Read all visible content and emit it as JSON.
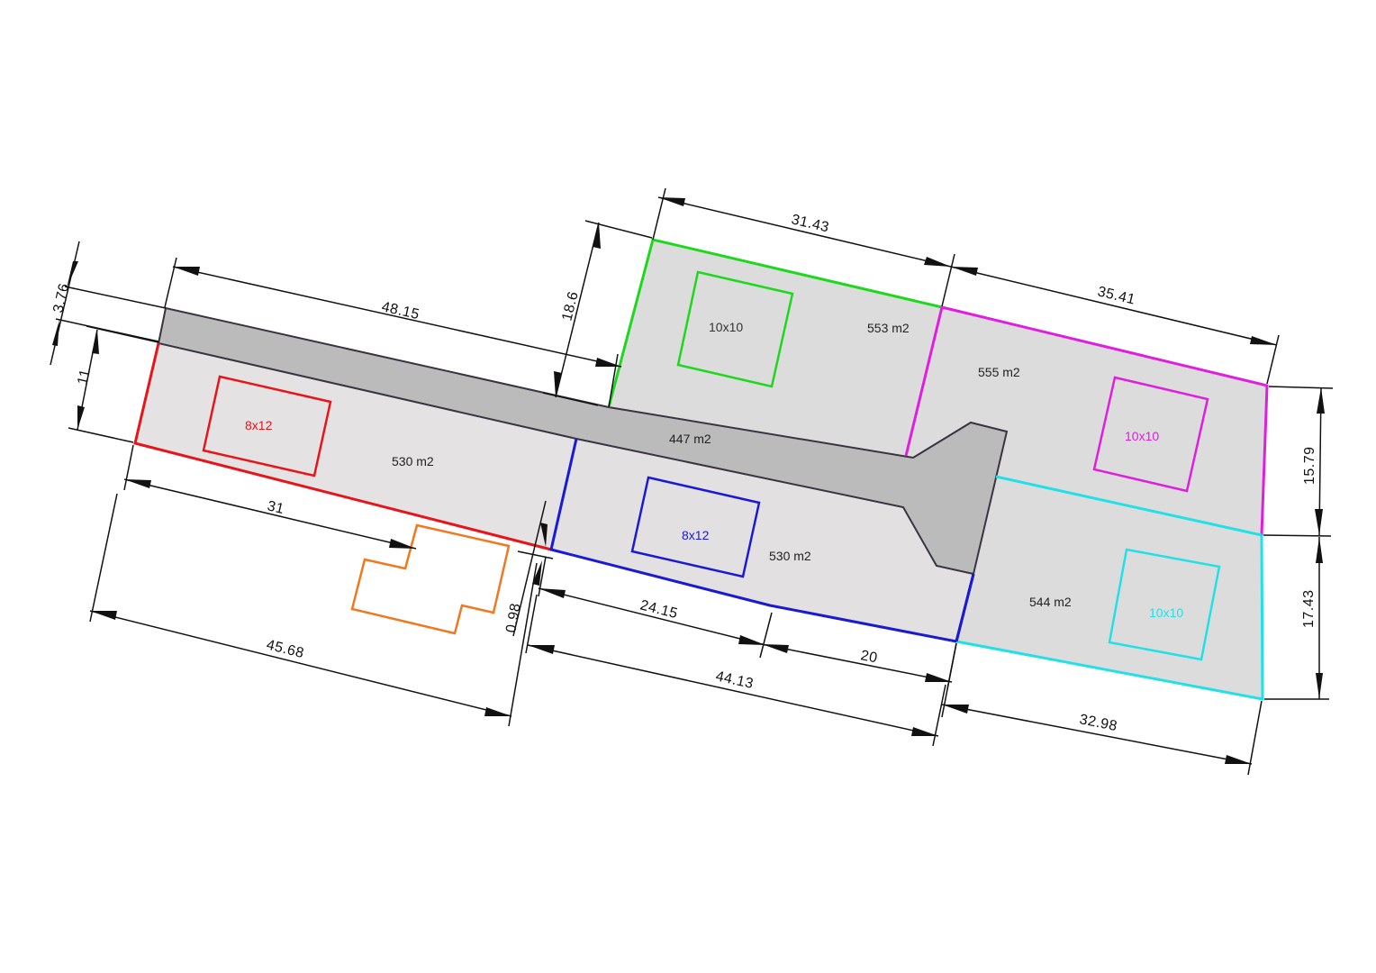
{
  "colors": {
    "road_fill": "#bbbbbb",
    "parcel_fill": "#dcdcdc",
    "parcel_fill_light": "#e4e2e2",
    "road_edge": "#3a3340",
    "red": "#e8141a",
    "blue": "#1a1ad6",
    "green": "#1ed81e",
    "magenta": "#e01ee0",
    "cyan": "#22e0e8",
    "orange": "#f07820"
  },
  "parcels": [
    {
      "name": "parcel-west",
      "area_label": "530 m2",
      "house_label": "8x12",
      "color": "red"
    },
    {
      "name": "parcel-south-middle",
      "area_label": "530 m2",
      "house_label": "8x12",
      "color": "blue"
    },
    {
      "name": "parcel-north-middle",
      "area_label": "553 m2",
      "house_label": "10x10",
      "color": "green"
    },
    {
      "name": "parcel-north-east",
      "area_label": "555 m2",
      "house_label": "10x10",
      "color": "magenta"
    },
    {
      "name": "parcel-south-east",
      "area_label": "544 m2",
      "house_label": "10x10",
      "color": "cyan"
    }
  ],
  "road": {
    "area_label": "447 m2"
  },
  "dimensions": {
    "d_3_76": "3.76",
    "d_11": "11",
    "d_48_15": "48.15",
    "d_18_6": "18.6",
    "d_31_43": "31.43",
    "d_35_41": "35.41",
    "d_15_79": "15.79",
    "d_17_43": "17.43",
    "d_32_98": "32.98",
    "d_20": "20",
    "d_24_15": "24.15",
    "d_44_13": "44.13",
    "d_0_98": "0.98",
    "d_31": "31",
    "d_45_68": "45.68"
  }
}
